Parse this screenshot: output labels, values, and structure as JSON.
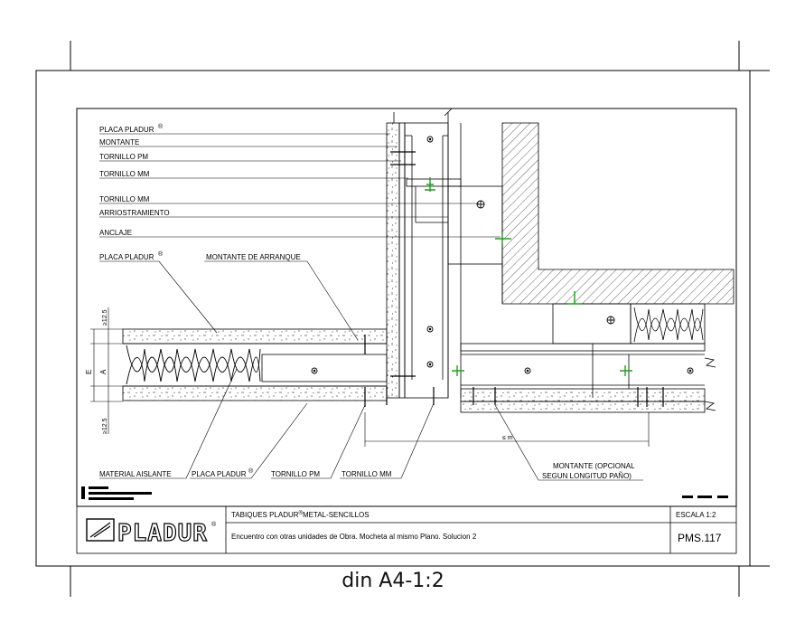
{
  "labels": {
    "placa_pladur_1": "PLACA PLADUR",
    "montante": "MONTANTE",
    "tornillo_pm_1": "TORNILLO PM",
    "tornillo_mm_1": "TORNILLO MM",
    "tornillo_mm_2": "TORNILLO MM",
    "arriostramiento": "ARRIOSTRAMIENTO",
    "anclaje": "ANCLAJE",
    "placa_pladur_2": "PLACA PLADUR",
    "montante_arranque": "MONTANTE DE ARRANQUE",
    "material_aislante": "MATERIAL AISLANTE",
    "placa_pladur_3": "PLACA PLADUR",
    "tornillo_pm_2": "TORNILLO PM",
    "tornillo_mm_3": "TORNILLO MM",
    "montante_opcional_1": "MONTANTE (OPCIONAL",
    "montante_opcional_2": "SEGUN LONGITUD PAÑO)",
    "registered": "®"
  },
  "dimensions": {
    "top_thickness": "≥12.5",
    "bottom_thickness": "≥12.5",
    "e": "E",
    "a": "A",
    "spacing": "≤ m"
  },
  "title_block": {
    "logo": "PLADUR",
    "logo_mark": "®",
    "series": "TABIQUES PLADUR",
    "series_suffix": "METAL-SENCILLOS",
    "registered": "®",
    "description": "Encuentro con otras unidades de Obra. Mocheta al mismo Plano. Solucion 2",
    "scale": "ESCALA 1:2",
    "code": "PMS.117"
  },
  "caption": "din A4-1:2"
}
